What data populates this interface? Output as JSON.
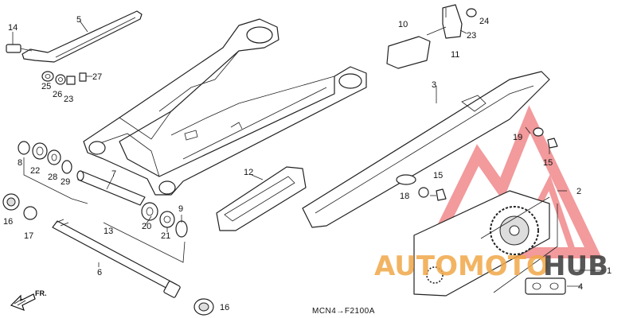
{
  "callouts": [
    {
      "id": "c14",
      "text": "14"
    },
    {
      "id": "c5",
      "text": "5"
    },
    {
      "id": "c25",
      "text": "25"
    },
    {
      "id": "c26",
      "text": "26"
    },
    {
      "id": "c23a",
      "text": "23"
    },
    {
      "id": "c27",
      "text": "27"
    },
    {
      "id": "c10",
      "text": "10"
    },
    {
      "id": "c24",
      "text": "24"
    },
    {
      "id": "c23b",
      "text": "23"
    },
    {
      "id": "c11",
      "text": "11"
    },
    {
      "id": "c3",
      "text": "3"
    },
    {
      "id": "c8",
      "text": "8"
    },
    {
      "id": "c22",
      "text": "22"
    },
    {
      "id": "c28",
      "text": "28"
    },
    {
      "id": "c29",
      "text": "29"
    },
    {
      "id": "c7",
      "text": "7"
    },
    {
      "id": "c12",
      "text": "12"
    },
    {
      "id": "c16a",
      "text": "16"
    },
    {
      "id": "c17",
      "text": "17"
    },
    {
      "id": "c13",
      "text": "13"
    },
    {
      "id": "c20",
      "text": "20"
    },
    {
      "id": "c21",
      "text": "21"
    },
    {
      "id": "c9",
      "text": "9"
    },
    {
      "id": "c6",
      "text": "6"
    },
    {
      "id": "c16b",
      "text": "16"
    },
    {
      "id": "c19",
      "text": "19"
    },
    {
      "id": "c15a",
      "text": "15"
    },
    {
      "id": "c15b",
      "text": "15"
    },
    {
      "id": "c18",
      "text": "18"
    },
    {
      "id": "c2",
      "text": "2"
    },
    {
      "id": "c1",
      "text": "1"
    },
    {
      "id": "c4",
      "text": "4"
    }
  ],
  "diagram_code": "MCN4→F2100A",
  "front_indicator": "FR.",
  "watermark": {
    "part1": "AUTOMOTO",
    "part2": "HUB"
  },
  "colors": {
    "line": "#222222",
    "watermark_orange": "#f0a848",
    "watermark_dark": "#3a3a3a",
    "watermark_logo_red": "#e8484c"
  }
}
